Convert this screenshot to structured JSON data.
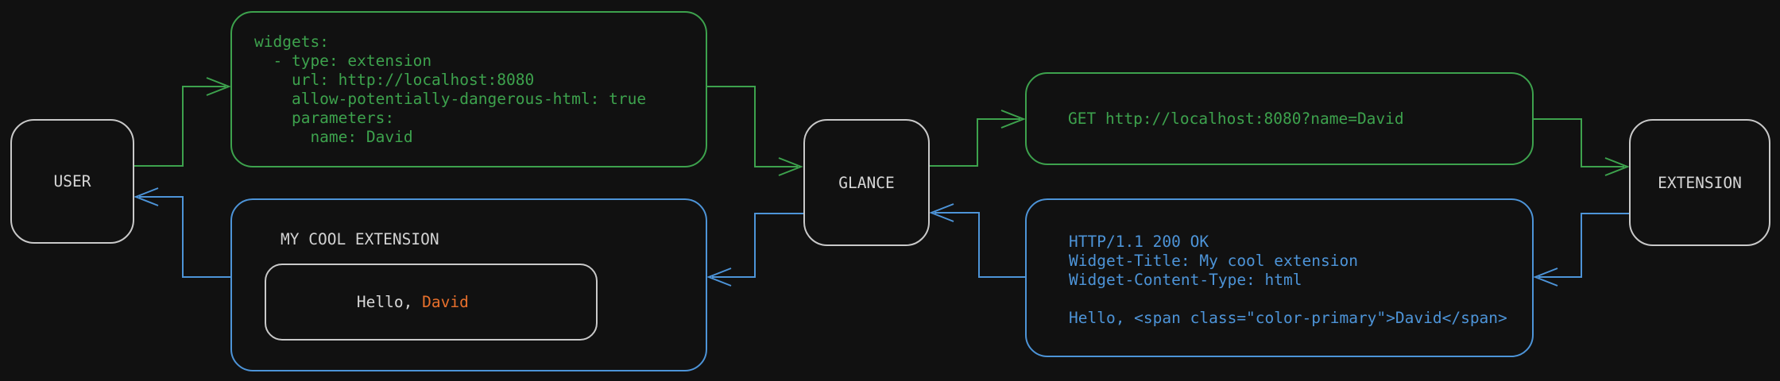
{
  "diagram": {
    "colors": {
      "background": "#111111",
      "request_green": "#3da24d",
      "response_blue": "#4d94d8",
      "node_border_gray": "#c9c9c9",
      "text_gray": "#d2d2d2",
      "accent_orange": "#e8702c"
    },
    "nodes": {
      "user": {
        "label": "USER"
      },
      "glance": {
        "label": "GLANCE"
      },
      "extension": {
        "label": "EXTENSION"
      }
    },
    "config_box": {
      "code": "widgets:\n  - type: extension\n    url: http://localhost:8080\n    allow-potentially-dangerous-html: true\n    parameters:\n      name: David"
    },
    "request_box": {
      "code": "GET http://localhost:8080?name=David"
    },
    "response_box": {
      "code": "HTTP/1.1 200 OK\nWidget-Title: My cool extension\nWidget-Content-Type: html\n\nHello, <span class=\"color-primary\">David</span>"
    },
    "widget_box": {
      "title": "MY COOL EXTENSION",
      "greeting_prefix": "Hello, ",
      "greeting_name": "David"
    }
  }
}
